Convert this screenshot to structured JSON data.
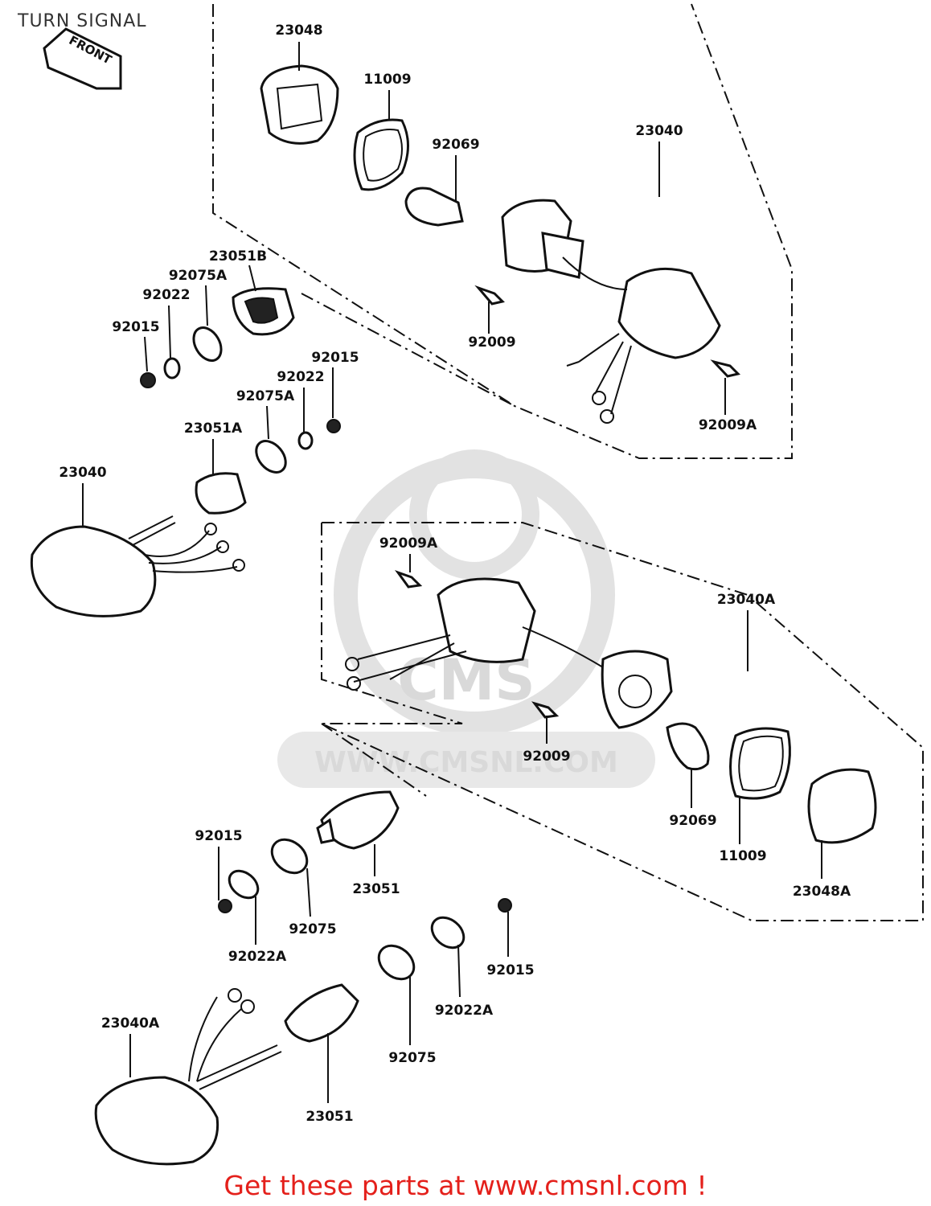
{
  "title": "TURN SIGNAL",
  "front_label": "FRONT",
  "watermark": {
    "brand": "CMS",
    "url": "WWW.CMSNL.COM"
  },
  "footer": "Get these parts at www.cmsnl.com !",
  "callouts": [
    "23048",
    "11009",
    "92069",
    "23040",
    "23051B",
    "92075A",
    "92022",
    "92015",
    "92009",
    "92009A",
    "92015",
    "92022",
    "92075A",
    "23051A",
    "23040",
    "92009A",
    "23040A",
    "92009",
    "92069",
    "11009",
    "23048A",
    "92015",
    "23051",
    "92075",
    "92022A",
    "92075",
    "92015",
    "92022A",
    "23040A",
    "23051"
  ]
}
